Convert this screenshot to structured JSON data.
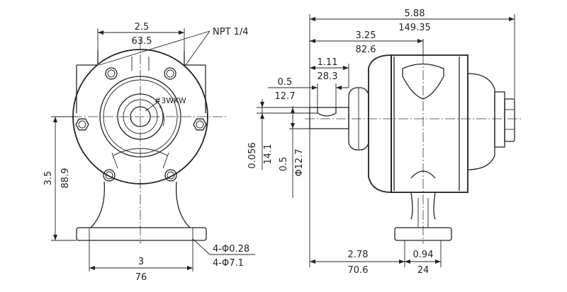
{
  "front_view": {
    "top_width_in": "2.5",
    "top_width_mm": "63.5",
    "port_label": "NPT 1/4",
    "key_label": "#3WKW",
    "height_in": "3.5",
    "height_mm": "88.9",
    "base_width_in": "3",
    "base_width_mm": "76",
    "hole_in": "4-Φ0.28",
    "hole_mm": "4-Φ7.1"
  },
  "side_view": {
    "overall_in": "5.88",
    "overall_mm": "149.35",
    "mount_in": "3.25",
    "mount_mm": "82.6",
    "shaft_len_in": "1.11",
    "shaft_len_mm": "28.3",
    "key_in": "0.5",
    "key_mm": "12.7",
    "key_depth_in": "0.056",
    "key_depth_mm": "14.1",
    "shaft_dia_in": "0.5",
    "shaft_dia_mm": "Φ12.7",
    "base_left_in": "2.78",
    "base_left_mm": "70.6",
    "base_right_in": "0.94",
    "base_right_mm": "24"
  }
}
